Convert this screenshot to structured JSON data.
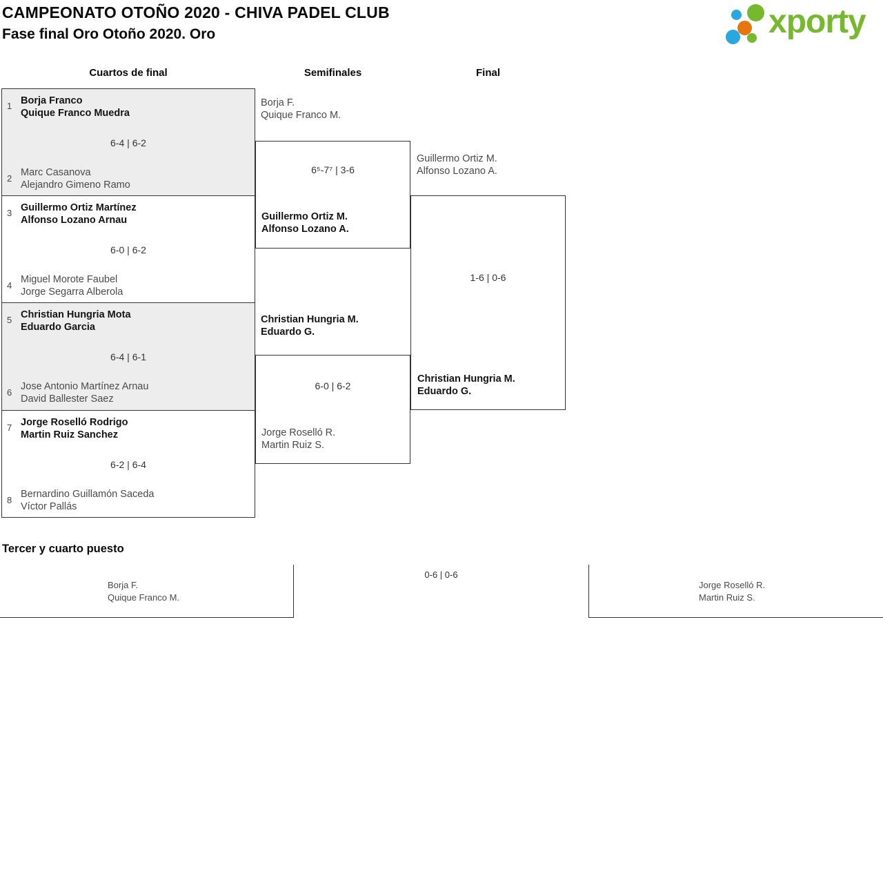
{
  "header": {
    "title": "CAMPEONATO OTOÑO 2020 - CHIVA PADEL CLUB",
    "subtitle": "Fase final Oro Otoño 2020. Oro",
    "logo": {
      "text": "xporty",
      "brand_green": "#76b82e",
      "brand_blue": "#29a8e0",
      "brand_orange": "#e8760e"
    }
  },
  "bracket": {
    "rounds": [
      "Cuartos de final",
      "Semifinales",
      "Final"
    ],
    "quarterfinals": [
      {
        "seed_top": "1",
        "team_top_line1": "Borja Franco",
        "team_top_line2": "Quique Franco Muedra",
        "score": "6-4 | 6-2",
        "seed_bottom": "2",
        "team_bottom_line1": "Marc Casanova",
        "team_bottom_line2": "Alejandro Gimeno Ramo",
        "winner": "top"
      },
      {
        "seed_top": "3",
        "team_top_line1": "Guillermo Ortiz Martínez",
        "team_top_line2": "Alfonso Lozano Arnau",
        "score": "6-0 | 6-2",
        "seed_bottom": "4",
        "team_bottom_line1": "Miguel Morote Faubel",
        "team_bottom_line2": "Jorge Segarra Alberola",
        "winner": "top"
      },
      {
        "seed_top": "5",
        "team_top_line1": "Christian Hungria Mota",
        "team_top_line2": "Eduardo Garcia",
        "score": "6-4 | 6-1",
        "seed_bottom": "6",
        "team_bottom_line1": "Jose Antonio Martínez Arnau",
        "team_bottom_line2": "David Ballester Saez",
        "winner": "top"
      },
      {
        "seed_top": "7",
        "team_top_line1": "Jorge Roselló Rodrigo",
        "team_top_line2": "Martin Ruiz Sanchez",
        "score": "6-2 | 6-4",
        "seed_bottom": "8",
        "team_bottom_line1": "Bernardino Guillamón Saceda",
        "team_bottom_line2": "Víctor Pallás",
        "winner": "top"
      }
    ],
    "semifinals": [
      {
        "team_top_line1": "Borja F.",
        "team_top_line2": "Quique Franco M.",
        "score": "6⁵-7⁷ | 3-6",
        "team_bottom_line1": "Guillermo Ortiz M.",
        "team_bottom_line2": "Alfonso Lozano A.",
        "winner": "bottom"
      },
      {
        "team_top_line1": "Christian Hungria M.",
        "team_top_line2": "Eduardo G.",
        "score": "6-0 | 6-2",
        "team_bottom_line1": "Jorge Roselló R.",
        "team_bottom_line2": "Martin Ruiz S.",
        "winner": "top"
      }
    ],
    "final": {
      "team_top_line1": "Guillermo Ortiz M.",
      "team_top_line2": "Alfonso Lozano A.",
      "score": "1-6 | 0-6",
      "team_bottom_line1": "Christian Hungria M.",
      "team_bottom_line2": "Eduardo G.",
      "winner": "bottom"
    }
  },
  "third_place": {
    "heading": "Tercer y cuarto puesto",
    "score": "0-6 | 0-6",
    "team_left_line1": "Borja F.",
    "team_left_line2": "Quique Franco M.",
    "team_right_line1": "Jorge Roselló R.",
    "team_right_line2": "Martin Ruiz S."
  }
}
